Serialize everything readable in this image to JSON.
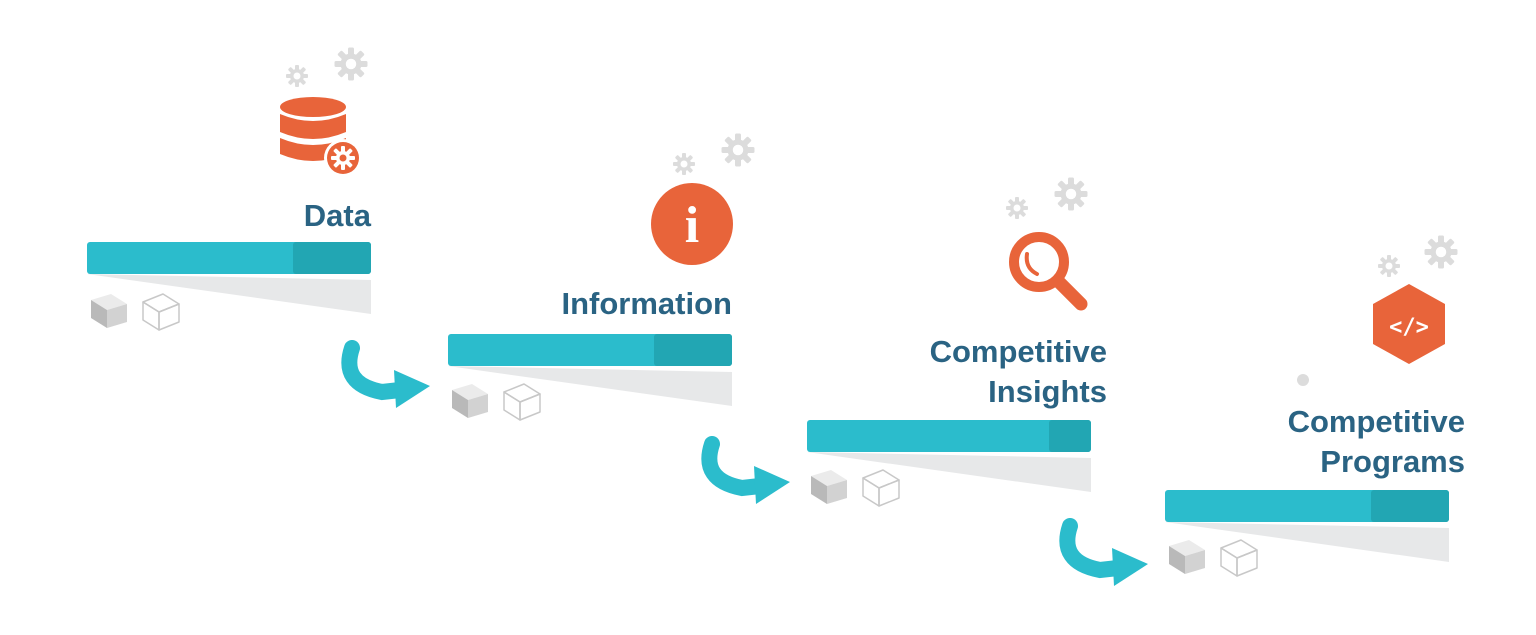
{
  "colors": {
    "teal": "#2bbccc",
    "teal_dark": "#22a6b3",
    "shadow": "#e7e8e9",
    "title": "#2a6383",
    "accent": "#e8643a",
    "gear": "#dcdcdc"
  },
  "stages": [
    {
      "title": "Data",
      "icon": "database-gear-icon"
    },
    {
      "title": "Information",
      "icon": "info-circle-icon"
    },
    {
      "title": "Competitive Insights",
      "icon": "magnifier-icon"
    },
    {
      "title": "Competitive Programs",
      "icon": "code-hexagon-icon"
    }
  ],
  "code_glyph": "</>",
  "info_glyph": "i"
}
